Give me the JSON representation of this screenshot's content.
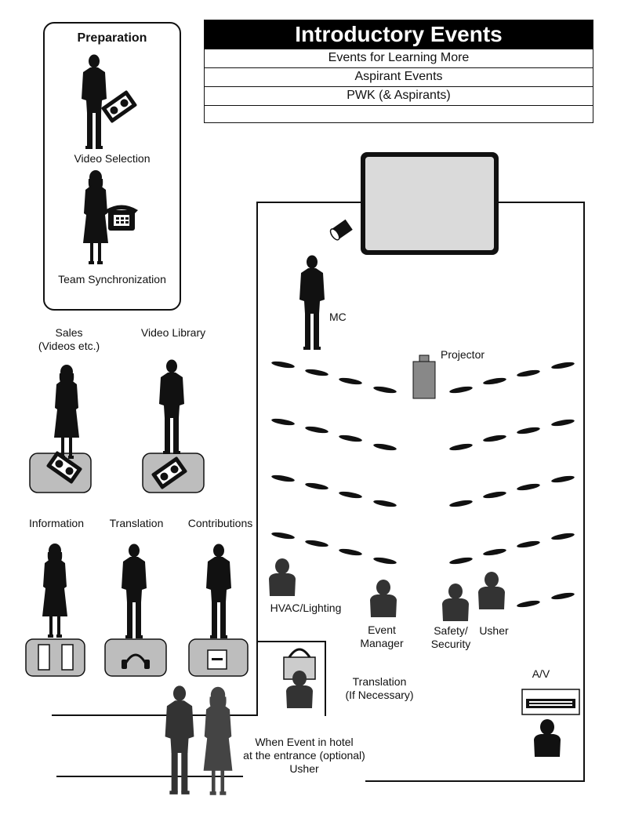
{
  "preparation": {
    "title": "Preparation",
    "video_selection": "Video Selection",
    "team_sync": "Team Synchronization"
  },
  "events_table": {
    "title": "Introductory Events",
    "rows": [
      "Events for Learning More",
      "Aspirant Events",
      "PWK (& Aspirants)",
      ""
    ]
  },
  "stations": {
    "sales": [
      "Sales",
      "(Videos etc.)"
    ],
    "video_library": "Video Library",
    "information": "Information",
    "translation": "Translation",
    "contributions": "Contributions"
  },
  "room_roles": {
    "mc": "MC",
    "projector": "Projector",
    "hvac": "HVAC/Lighting",
    "event_manager": [
      "Event",
      "Manager"
    ],
    "safety": [
      "Safety/",
      "Security"
    ],
    "usher": "Usher",
    "translation_booth": [
      "Translation",
      "(If Necessary)"
    ],
    "av": "A/V",
    "entrance": [
      "When Event in hotel",
      "at the entrance (optional)",
      "Usher"
    ]
  }
}
